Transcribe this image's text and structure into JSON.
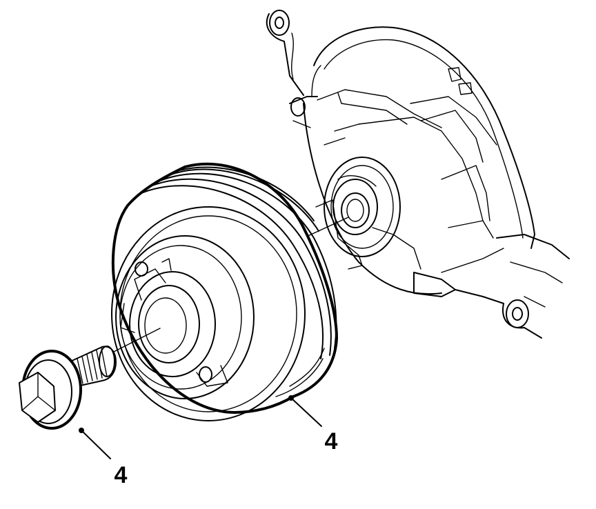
{
  "callouts": [
    {
      "id": "bolt",
      "label": "4"
    },
    {
      "id": "pulley",
      "label": "4"
    }
  ]
}
